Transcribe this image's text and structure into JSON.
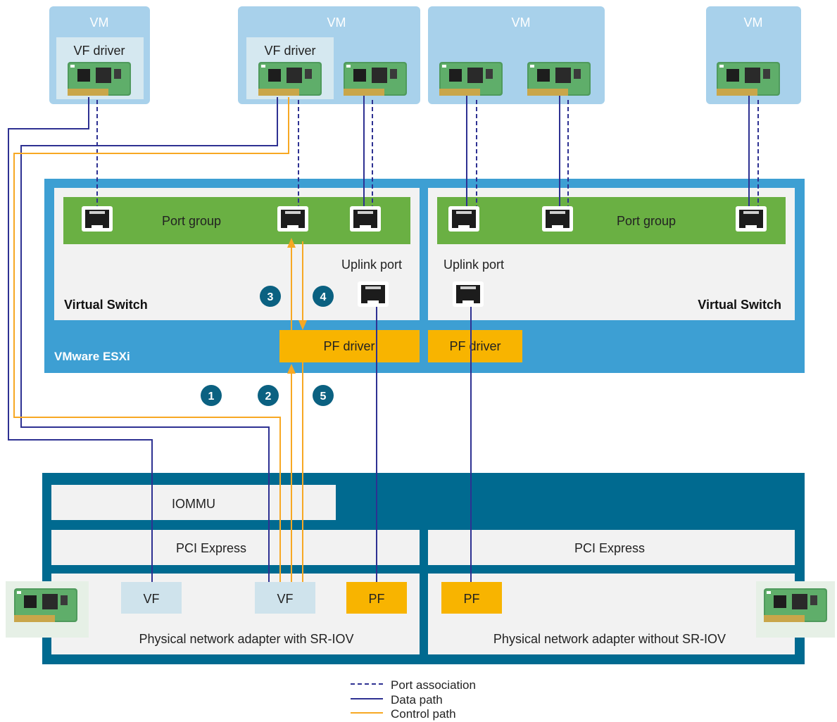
{
  "vms": [
    {
      "label": "VM",
      "driver_label": "VF driver"
    },
    {
      "label": "VM",
      "driver_label": "VF driver"
    },
    {
      "label": "VM"
    },
    {
      "label": "VM"
    }
  ],
  "esxi": {
    "label": "VMware ESXi",
    "left_switch": {
      "port_group": "Port group",
      "uplink": "Uplink port",
      "label": "Virtual Switch"
    },
    "right_switch": {
      "port_group": "Port group",
      "uplink": "Uplink port",
      "label": "Virtual Switch"
    },
    "pf_driver_left": "PF driver",
    "pf_driver_right": "PF driver"
  },
  "hardware": {
    "iommu": "IOMMU",
    "pci_left": "PCI Express",
    "pci_right": "PCI Express",
    "vf1": "VF",
    "vf2": "VF",
    "pf_left": "PF",
    "pf_right": "PF",
    "adapter_left": "Physical network adapter with SR-IOV",
    "adapter_right": "Physical network adapter without SR-IOV"
  },
  "steps": [
    "1",
    "2",
    "3",
    "4",
    "5"
  ],
  "legend": [
    {
      "label": "Port association",
      "style": "dashed",
      "color": "#2e3192"
    },
    {
      "label": "Data path",
      "style": "solid",
      "color": "#2e3192"
    },
    {
      "label": "Control path",
      "style": "solid",
      "color": "#f7a823"
    }
  ],
  "colors": {
    "vm_fill": "#a8d1eb",
    "driver_fill": "#d5e8f0",
    "esxi_fill": "#3d9fd3",
    "hardware_fill": "#006a90",
    "port_group_fill": "#6ab043",
    "pf_fill": "#f8b400",
    "data_path": "#2e3192",
    "control_path": "#f7a823",
    "step_badge": "#0b6181"
  }
}
